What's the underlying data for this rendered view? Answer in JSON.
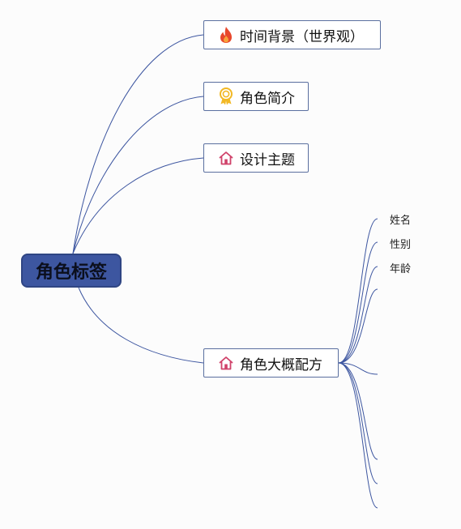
{
  "root": {
    "label": "角色标签"
  },
  "topics": [
    {
      "label": "时间背景（世界观）",
      "icon": "fire-icon"
    },
    {
      "label": "角色简介",
      "icon": "award-ribbon-icon"
    },
    {
      "label": "设计主题",
      "icon": "house-icon"
    },
    {
      "label": "角色大概配方",
      "icon": "house-icon"
    }
  ],
  "subtopics": [
    {
      "label": "姓名"
    },
    {
      "label": "性别"
    },
    {
      "label": "年龄"
    }
  ],
  "colors": {
    "root_fill": "#3d56a0",
    "line": "#3d56a0",
    "fire": "#e8472b",
    "ribbon": "#f2b824",
    "house": "#d0426a"
  }
}
